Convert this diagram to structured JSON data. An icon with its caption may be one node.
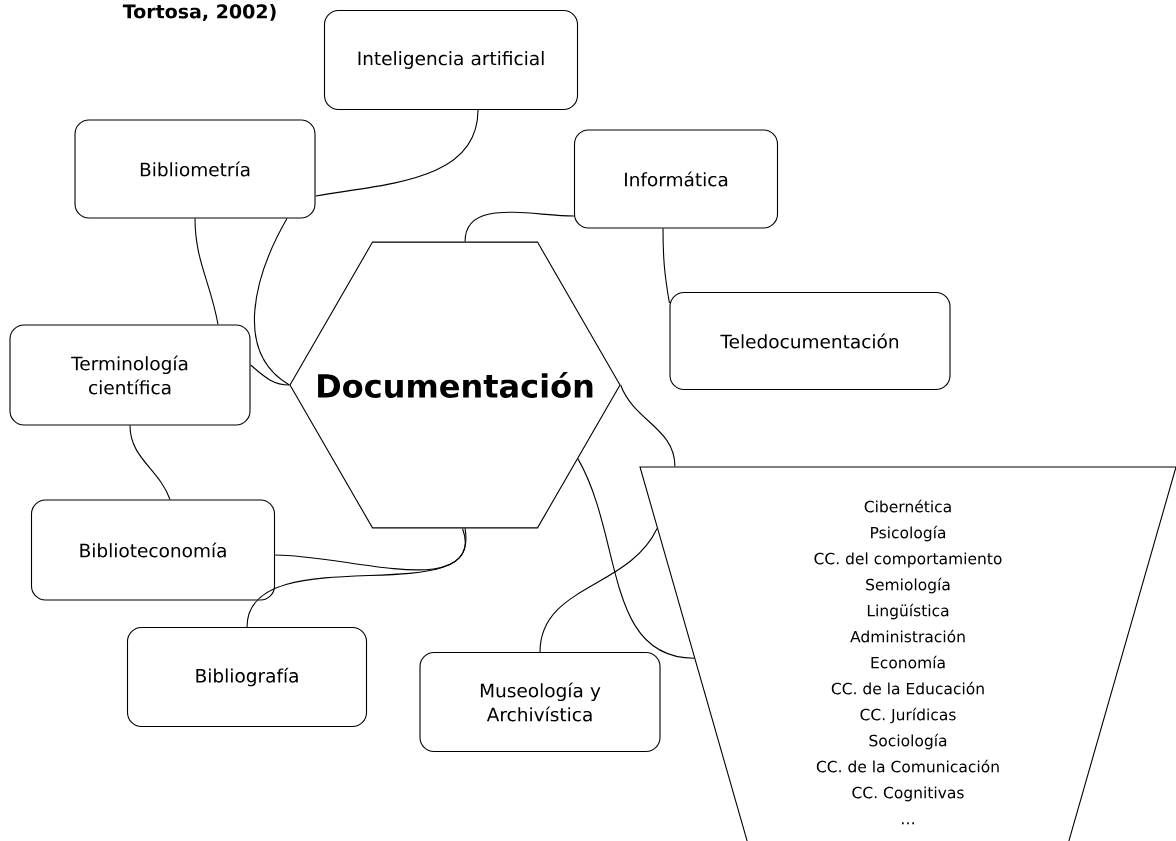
{
  "diagram": {
    "nodes": [
      {
        "text": [
          "Inteligencia artificial"
        ]
      },
      {
        "text": [
          "Bibliometría"
        ]
      },
      {
        "text": [
          "Informática"
        ]
      },
      {
        "text": [
          "Documentación"
        ]
      },
      {
        "text": [
          "Terminología científica"
        ]
      },
      {
        "text": [
          "Teledocumentación"
        ]
      },
      {
        "text": [
          "Biblioteconomía"
        ]
      },
      {
        "text": [
          "Cibernética",
          "Psicología",
          "CC. del comportamiento",
          "Semiología",
          "Lingüística",
          "Administración",
          "Economía",
          "CC. de la Educación",
          "CC. Jurídicas",
          "Sociología",
          "CC. de la Comunicación",
          "CC. Cognitivas",
          "…"
        ]
      },
      {
        "text": [
          "Bibliografía"
        ]
      },
      {
        "text": [
          "Museología y Archivística"
        ]
      }
    ],
    "edges": [
      {
        "from": 0,
        "to": 1,
        "arrow": "none"
      },
      {
        "from": 1,
        "to": 3,
        "arrow": "none"
      },
      {
        "from": 1,
        "to": 4,
        "arrow": "none"
      },
      {
        "from": 4,
        "to": 3,
        "arrow": "none"
      },
      {
        "from": 4,
        "to": 6,
        "arrow": "none"
      },
      {
        "from": 6,
        "to": 3,
        "arrow": "none"
      },
      {
        "from": 8,
        "to": 3,
        "arrow": "none"
      },
      {
        "from": 3,
        "to": 2,
        "arrow": "none"
      },
      {
        "from": 2,
        "to": 5,
        "arrow": "none"
      },
      {
        "from": 3,
        "to": 7,
        "arrow": "none"
      },
      {
        "from": 3,
        "to": 7,
        "arrow": "none"
      },
      {
        "from": 9,
        "to": 7,
        "arrow": "none"
      }
    ],
    "labels": [
      "Tortosa, 2002)"
    ]
  }
}
